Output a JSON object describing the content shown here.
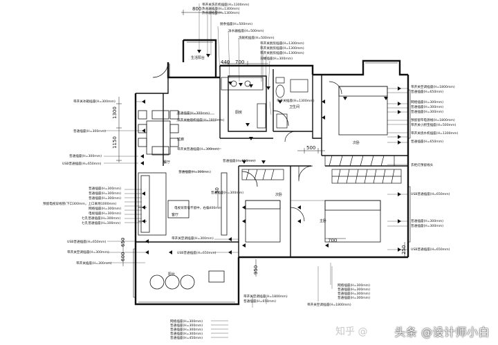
{
  "rooms": {
    "balcony_north": "生活阳台",
    "kitchen": "厨房",
    "bathroom": "卫生间",
    "corridor": "过廊",
    "restaurant": "餐厅",
    "living": "客厅",
    "balcony_south": "阳台",
    "bedroom_ne": "次卧",
    "bedroom_mid": "次卧",
    "master": "主卧"
  },
  "dimensions": {
    "d800": "800",
    "d440": "440",
    "d700a": "700",
    "d1300": "1300",
    "d1150": "1150",
    "d500": "500",
    "d700b": "700",
    "d650": "650",
    "d600": "600",
    "d50": "50",
    "d950": "950",
    "d250": "250"
  },
  "labels": {
    "t1": "带开关洗衣机插座(H=1300mm)",
    "t2": "热水器插座(H=1300mm)",
    "t3": "热水器插座(H=1300mm)",
    "t4": "厨余插座(H=500mm)",
    "t5": "净水器插座(H=500mm)",
    "t6": "洗碗机插座(H=500mm)",
    "t7": "带开关厨房插座(H=1300mm)",
    "t8": "带开关厨房插座(H=1300mm)",
    "t9": "带开关厨房插座(H=1300mm)",
    "t10": "马桶插座(H=300mm)",
    "t11": "带开关冰箱插座(H=300mm)",
    "t12": "普通插座(H=300mm)",
    "t13": "普通插座(H=300mm)",
    "t14": "带开关抽烟机插座(H=1800mm)",
    "t15": "带开关插座(H=1300mm)",
    "t16": "带开关普通插座(H=300mm)",
    "t17": "普通插座(H=300mm)",
    "t18": "USB普通插座(H=650mm)",
    "t19": "普通插座(H=650mm)",
    "t20": "普通插座(H=300mm)",
    "t21": "普通插座(H=300mm)",
    "t22": "普通插座(H=300mm)",
    "t23": "普通插座(H=300mm)",
    "t24": "预留电视穿线管(下口300mm，上口离地1000mm)",
    "t25": "网络插座(H=300mm)",
    "t26": "电视插座(H=300mm)",
    "t27": "七孔普通插座(H=300mm)",
    "t28": "七孔普通插座(H=300mm)",
    "t29": "电视背景墙不留中，右偏400mm",
    "t30": "普通插座(H=300mm)",
    "t31": "USB普通插座(H=650mm)",
    "t32": "带开关空调插座(H=300mm)",
    "t33": "带开关空调插座(H=300mm)",
    "t34": "USB普通插座(H=650mm)",
    "t35": "带开关插座(H=300mm)",
    "t36": "网络插座(H=300mm)",
    "t37": "普通插座(H=300mm)",
    "t38": "普通插座(H=300mm)",
    "t39": "普通插座(H=300mm)",
    "t40": "普通插座(H=450mm)",
    "t41": "带开关空调插座(H=1800mm)",
    "t42": "普通插座(H=650mm)",
    "t43": "带开关空调插座(H=1800mm)",
    "t44": "网络插座(H=300mm)",
    "t45": "普通插座(H=300mm)",
    "t46": "普通插座(H=300mm)",
    "t47": "普通插座(H=300mm)",
    "t48": "带开关空调插座(H=1800mm)",
    "t49": "普通插座(H=650mm)",
    "t50": "网络插座(H=300mm)",
    "t51": "普通插座(H=300mm)",
    "t52": "普通插座(H=300mm)",
    "t53": "预留窗帘电源线(H=1800mm)",
    "t54": "带开关小厨宝插座(H=500mm)",
    "t55": "带开关烧水机插座(H=1300mm)",
    "t56": "普通插座(H=650mm)",
    "t57": "衣柜灯预留线头",
    "t58": "USB普通插座(H=650mm)",
    "t59": "普通插座(H=300mm)",
    "t60": "普通插座(H=300mm)",
    "t61": "USB普通插座(H=650mm)"
  },
  "watermark": {
    "zhihu": "知乎 @",
    "toutiao": "头条 @设计师小白"
  }
}
